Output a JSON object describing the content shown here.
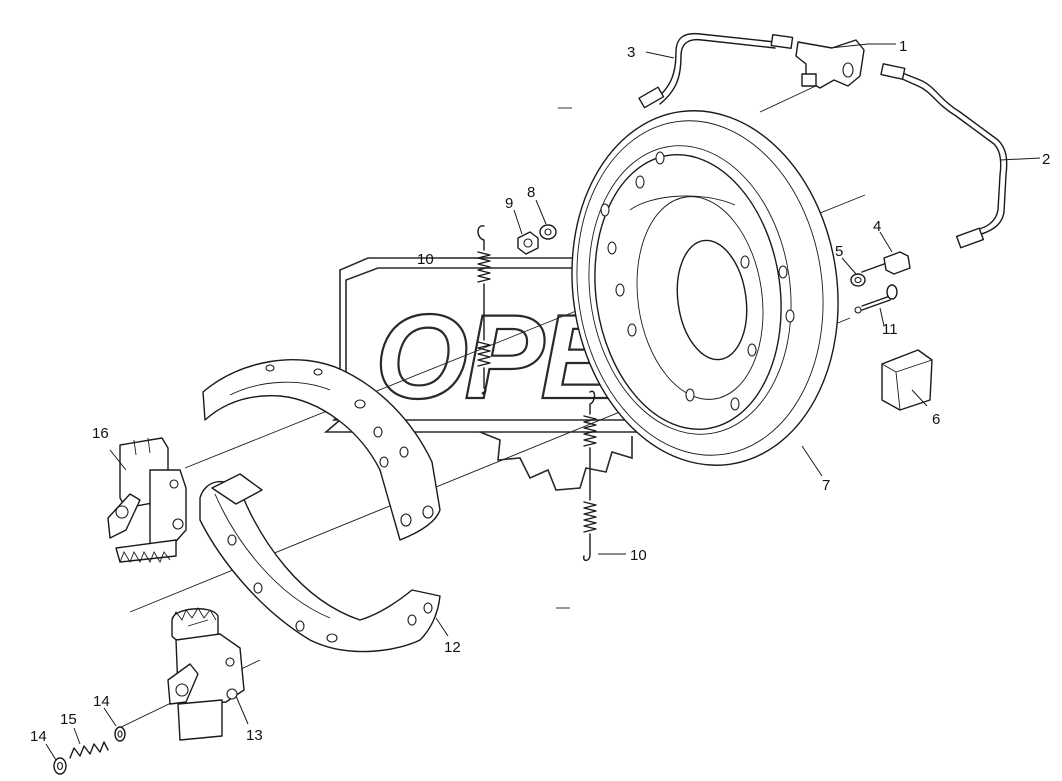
{
  "watermark": {
    "text": "OPEX"
  },
  "callouts": [
    {
      "id": "c1",
      "label": "1"
    },
    {
      "id": "c2",
      "label": "2"
    },
    {
      "id": "c3",
      "label": "3"
    },
    {
      "id": "c4",
      "label": "4"
    },
    {
      "id": "c5",
      "label": "5"
    },
    {
      "id": "c6",
      "label": "6"
    },
    {
      "id": "c7",
      "label": "7"
    },
    {
      "id": "c8",
      "label": "8"
    },
    {
      "id": "c9",
      "label": "9"
    },
    {
      "id": "c10a",
      "label": "10"
    },
    {
      "id": "c10b",
      "label": "10"
    },
    {
      "id": "c11",
      "label": "11"
    },
    {
      "id": "c12",
      "label": "12"
    },
    {
      "id": "c13",
      "label": "13"
    },
    {
      "id": "c14a",
      "label": "14"
    },
    {
      "id": "c14b",
      "label": "14"
    },
    {
      "id": "c15",
      "label": "15"
    },
    {
      "id": "c16",
      "label": "16"
    }
  ]
}
